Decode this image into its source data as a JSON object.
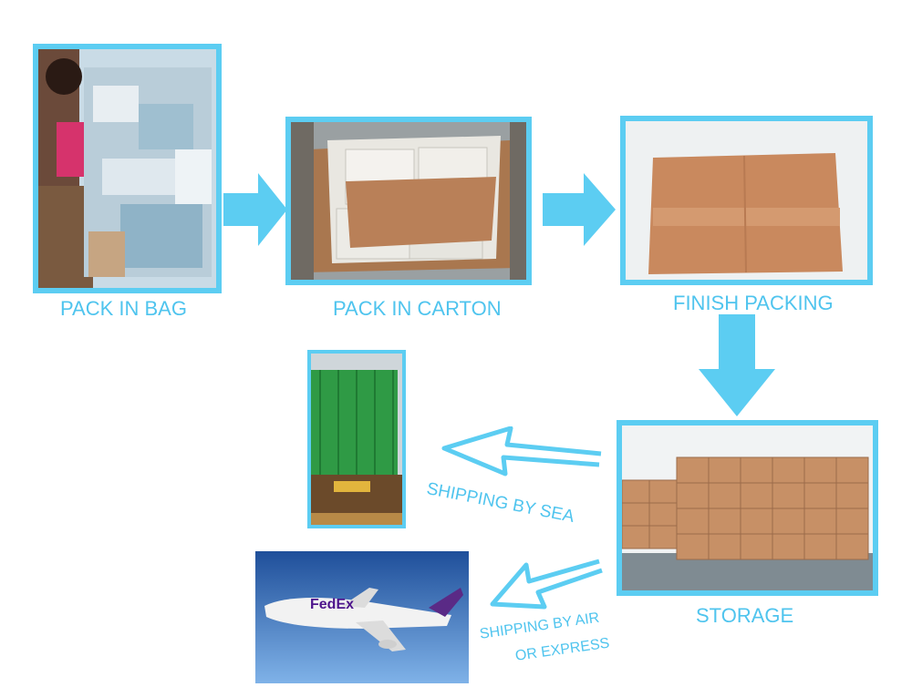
{
  "steps": {
    "pack_in_bag": "PACK IN BAG",
    "pack_in_carton": "PACK IN CARTON",
    "finish_packing": "FINISH PACKING",
    "storage": "STORAGE",
    "shipping_by_sea": "SHIPPING BY SEA",
    "shipping_by_air_line1": "SHIPPING BY AIR",
    "shipping_by_air_line2": "OR EXPRESS"
  },
  "plane_logo": "FedEx",
  "colors": {
    "accent": "#5ccdf2",
    "label": "#4fc4ee"
  }
}
